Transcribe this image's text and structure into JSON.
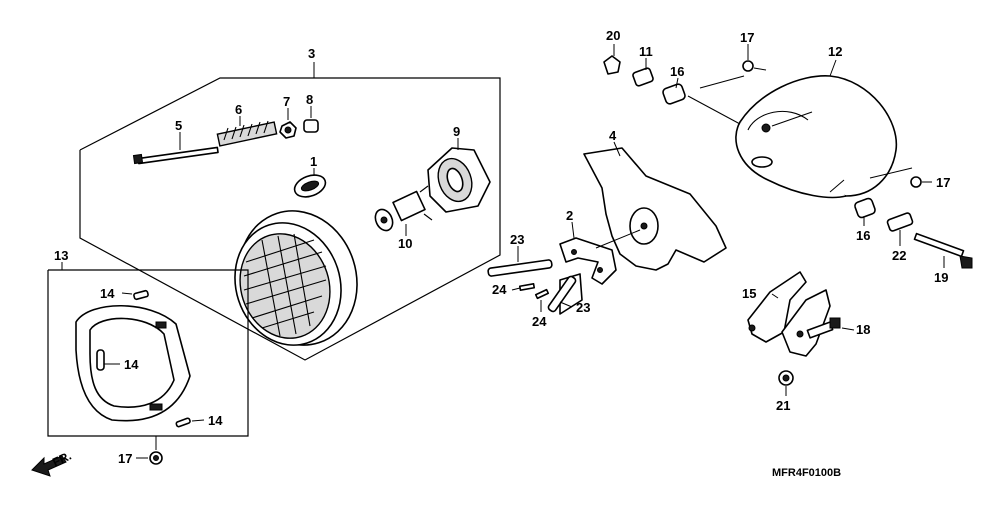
{
  "diagram": {
    "code": "MFR4F0100B",
    "front_marker": "FR.",
    "callouts": {
      "c1": "1",
      "c2": "2",
      "c3": "3",
      "c4": "4",
      "c5": "5",
      "c6": "6",
      "c7": "7",
      "c8": "8",
      "c9": "9",
      "c10": "10",
      "c11": "11",
      "c12": "12",
      "c13": "13",
      "c14a": "14",
      "c14b": "14",
      "c14c": "14",
      "c15": "15",
      "c16a": "16",
      "c16b": "16",
      "c17a": "17",
      "c17b": "17",
      "c17c": "17",
      "c18": "18",
      "c19": "19",
      "c20": "20",
      "c21": "21",
      "c22": "22",
      "c23a": "23",
      "c23b": "23",
      "c24a": "24",
      "c24b": "24"
    }
  }
}
